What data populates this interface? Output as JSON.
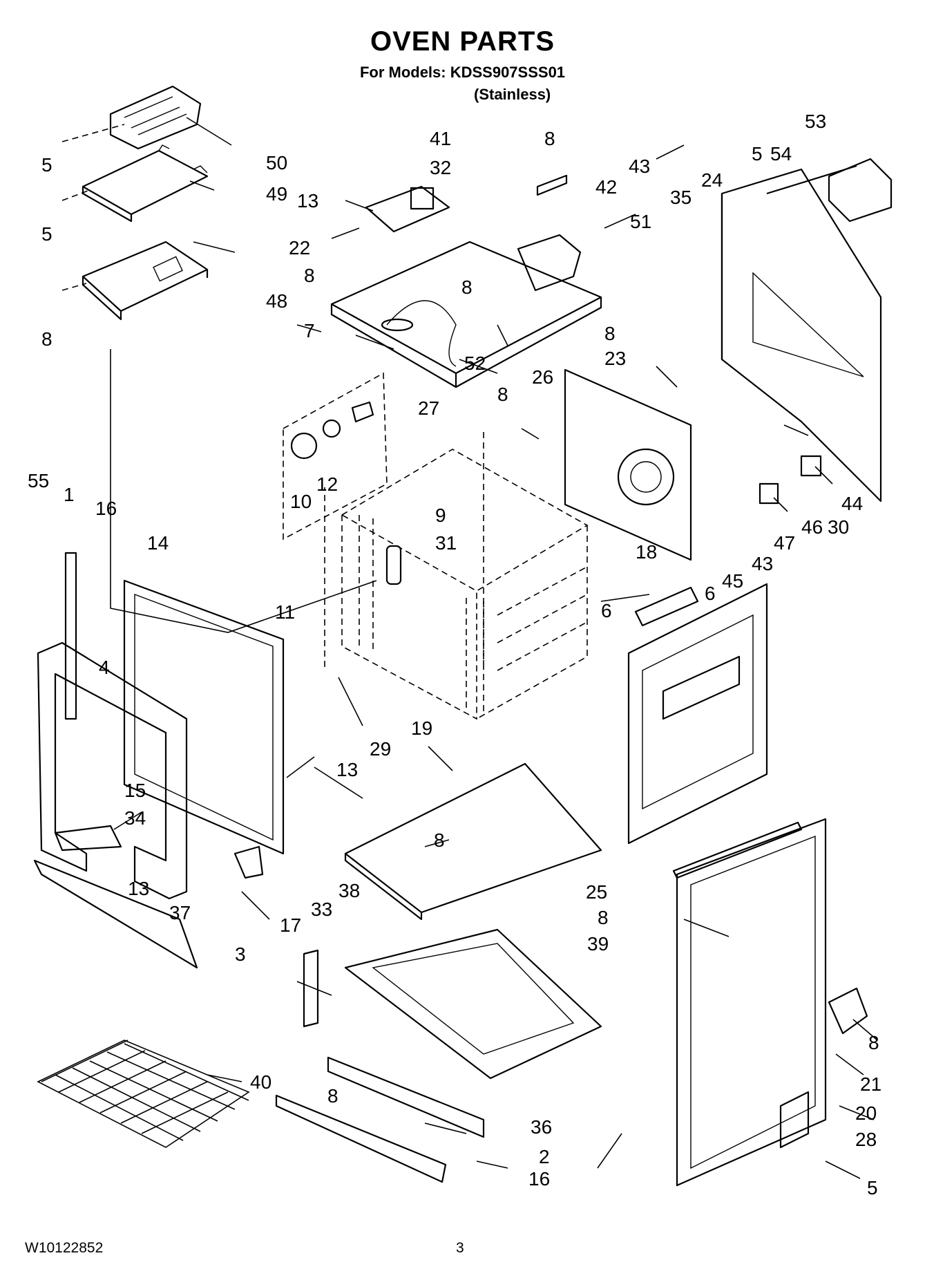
{
  "header": {
    "title": "OVEN PARTS",
    "subtitle": "For Models: KDSS907SSS01",
    "finish": "(Stainless)"
  },
  "footer": {
    "doc_number": "W10122852",
    "page_number": "3"
  },
  "callouts": [
    "5",
    "50",
    "49",
    "5",
    "48",
    "8",
    "41",
    "8",
    "32",
    "43",
    "42",
    "13",
    "22",
    "51",
    "8",
    "8",
    "7",
    "52",
    "53",
    "5",
    "54",
    "24",
    "35",
    "8",
    "23",
    "26",
    "8",
    "27",
    "10",
    "12",
    "11",
    "9",
    "31",
    "55",
    "1",
    "16",
    "14",
    "4",
    "44",
    "30",
    "46",
    "47",
    "43",
    "45",
    "6",
    "6",
    "18",
    "29",
    "13",
    "19",
    "15",
    "34",
    "13",
    "37",
    "17",
    "38",
    "33",
    "8",
    "25",
    "8",
    "39",
    "3",
    "40",
    "8",
    "36",
    "2",
    "16",
    "21",
    "8",
    "20",
    "28",
    "5"
  ]
}
